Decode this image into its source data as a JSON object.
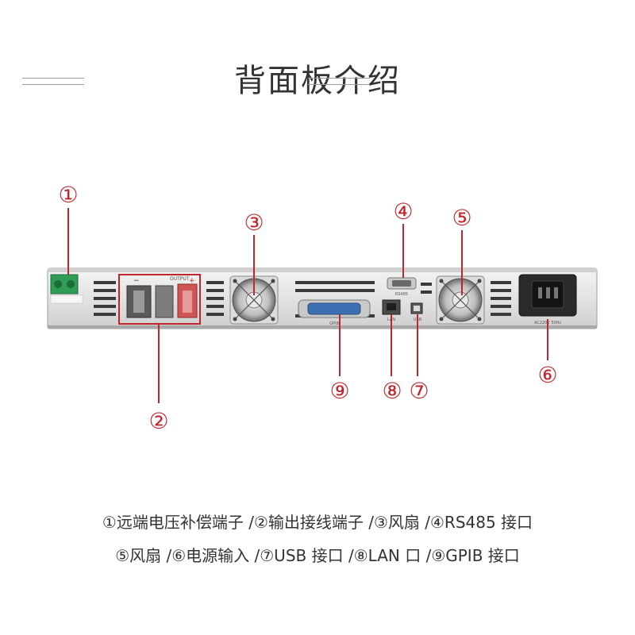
{
  "title": "背面板介绍",
  "accent_color": "#c0272d",
  "callouts": [
    {
      "num": "①",
      "label": "远端电压补偿端子"
    },
    {
      "num": "②",
      "label": "输出接线端子"
    },
    {
      "num": "③",
      "label": "风扇"
    },
    {
      "num": "④",
      "label": "RS485 接口"
    },
    {
      "num": "⑤",
      "label": "风扇"
    },
    {
      "num": "⑥",
      "label": "电源输入"
    },
    {
      "num": "⑦",
      "label": "USB 接口"
    },
    {
      "num": "⑧",
      "label": "LAN 口"
    },
    {
      "num": "⑨",
      "label": "GPIB 接口"
    }
  ],
  "panel_text": {
    "output": "OUTPUT",
    "minus": "−",
    "plus": "+",
    "rs485": "RS485",
    "gpib": "GPIB",
    "lan": "LAN",
    "usb": "USB",
    "ac": "AC220V 50Hz"
  },
  "legend": {
    "line1": "①远端电压补偿端子 /②输出接线端子 /③风扇 /④RS485 接口",
    "line2": "⑤风扇 /⑥电源输入 /⑦USB 接口 /⑧LAN 口 /⑨GPIB 接口"
  }
}
